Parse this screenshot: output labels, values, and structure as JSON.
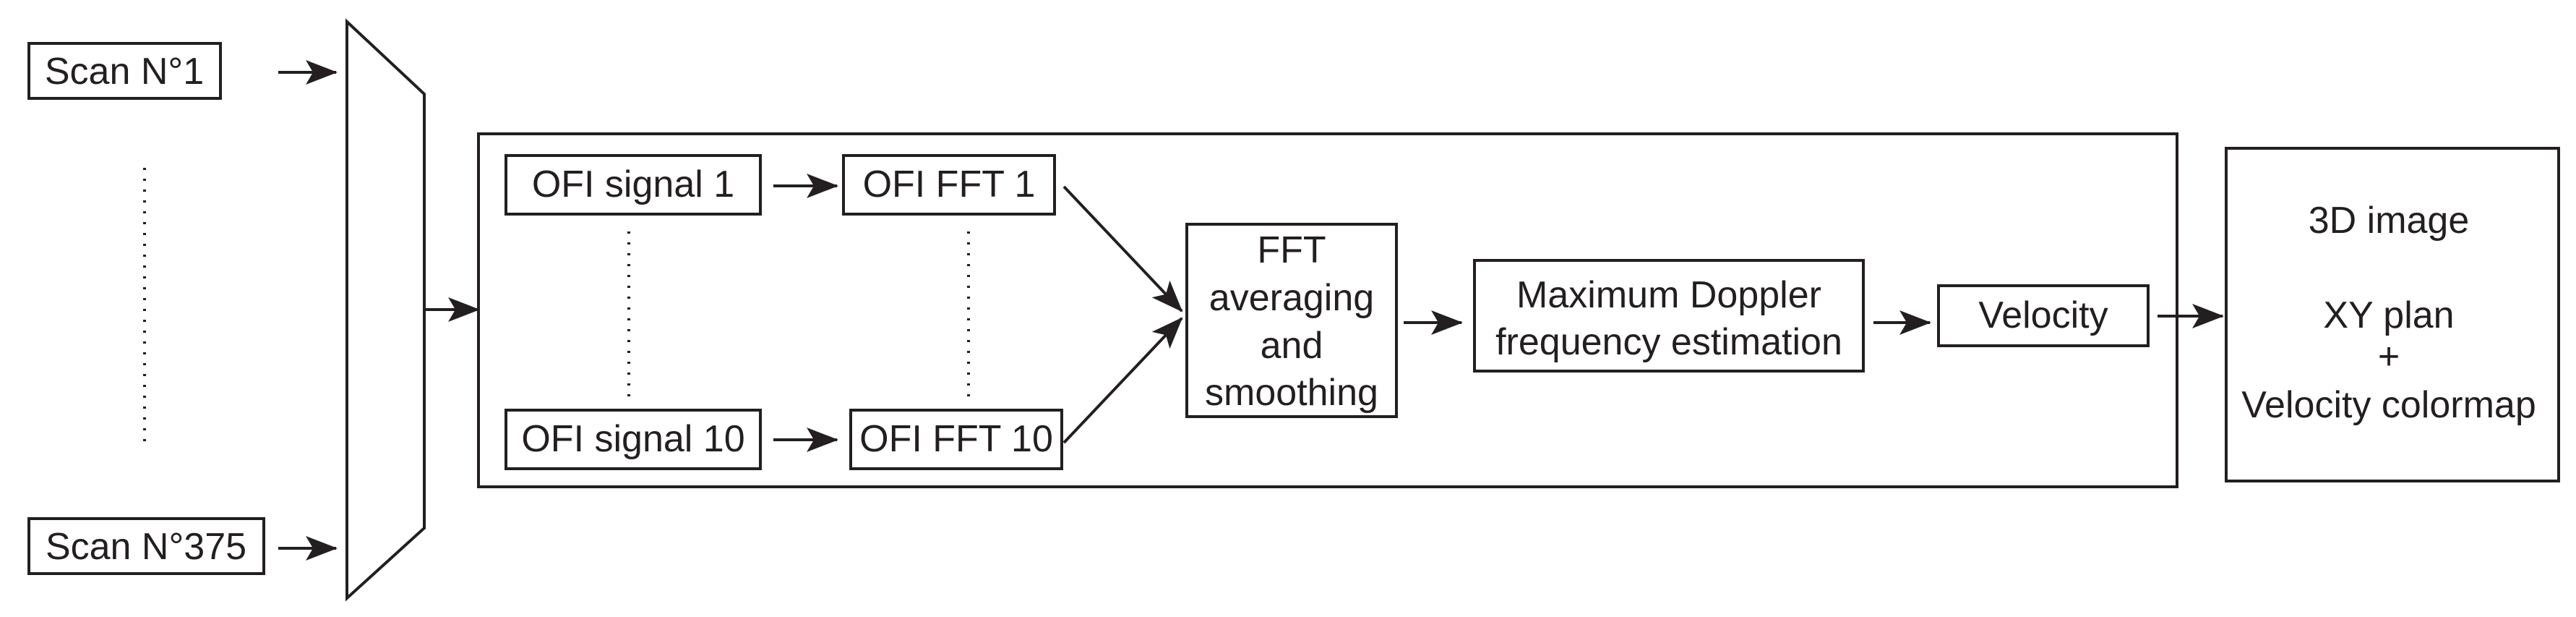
{
  "inputs": {
    "scan_first": "Scan N°1",
    "scan_last": "Scan N°375"
  },
  "signals": {
    "signal_first": "OFI signal 1",
    "signal_last": "OFI signal 10",
    "fft_first": "OFI FFT 1",
    "fft_last": "OFI FFT 10"
  },
  "processing": {
    "averaging_lines": [
      "FFT",
      "averaging",
      "and",
      "smoothing"
    ],
    "doppler_lines": [
      "Maximum Doppler",
      "frequency estimation"
    ],
    "velocity": "Velocity"
  },
  "output": {
    "lines": [
      "3D image",
      "",
      "XY plan",
      "+",
      "Velocity colormap"
    ]
  }
}
